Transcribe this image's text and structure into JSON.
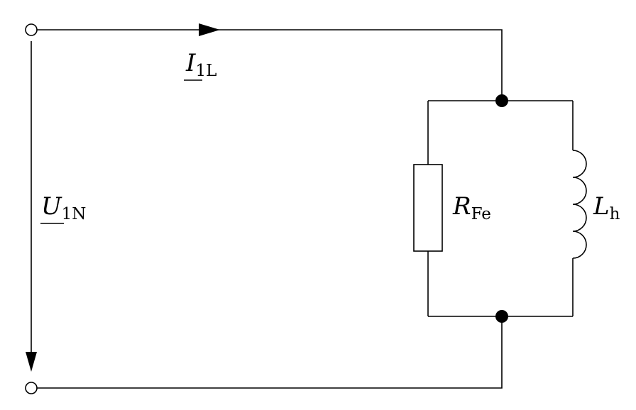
{
  "labels": {
    "current": {
      "symbol": "I",
      "subscript": "1L"
    },
    "voltage": {
      "symbol": "U",
      "subscript": "1N"
    },
    "resistor": {
      "symbol": "R",
      "subscript": "Fe"
    },
    "inductor": {
      "symbol": "L",
      "subscript": "h"
    }
  },
  "colors": {
    "stroke": "#000000",
    "background": "#ffffff"
  }
}
